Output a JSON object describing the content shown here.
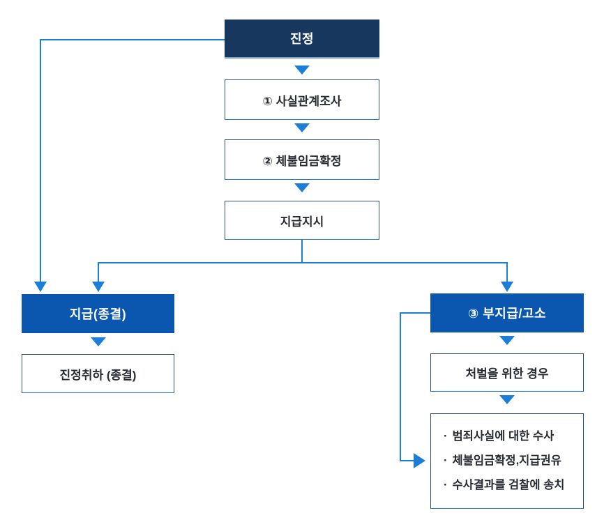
{
  "diagram": {
    "type": "flowchart",
    "language": "ko",
    "bullet_char": "·",
    "colors": {
      "navy_fill": "#17375e",
      "blue_fill": "#0b57b0",
      "connector_blue": "#1b7ed9",
      "white_box_border": "#2d4d72",
      "white_box_border_bottom": "#1e7ad0",
      "text_dark": "#272b33",
      "text_light": "#ffffff"
    },
    "nodes": {
      "petition": {
        "label": "진정"
      },
      "step1": {
        "label": "① 사실관계조사"
      },
      "step2": {
        "label": "② 체불임금확정"
      },
      "payment_order": {
        "label": "지급지시"
      },
      "payment_closed": {
        "label": "지급(종결)"
      },
      "withdrawal": {
        "label": "진정취하 (종결)"
      },
      "step3": {
        "label": "③ 부지급/고소"
      },
      "punishment_case": {
        "label": "처벌을 위한 경우"
      },
      "investigation": {
        "bullets": [
          "범죄사실에 대한 수사",
          "체불임금확정,지급권유",
          "수사결과를 검찰에 송치"
        ]
      }
    },
    "edges": [
      "petition → step1",
      "step1 → step2",
      "step2 → payment_order",
      "payment_order → payment_closed",
      "payment_order → step3",
      "petition → payment_closed",
      "payment_closed → withdrawal",
      "step3 → punishment_case",
      "punishment_case → investigation",
      "step3 → investigation (loop)"
    ]
  }
}
